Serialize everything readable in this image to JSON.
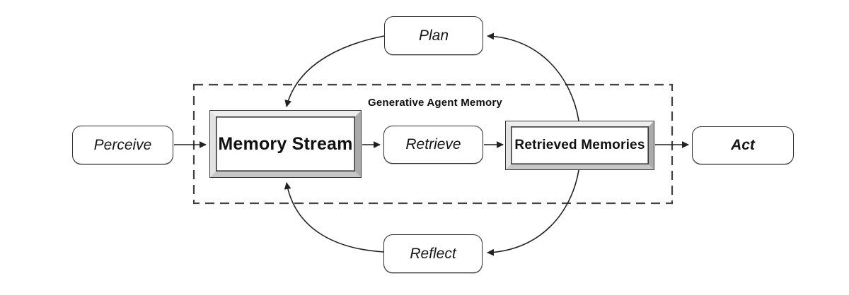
{
  "diagram": {
    "group_label": "Generative Agent Memory",
    "nodes": {
      "perceive": {
        "label": "Perceive"
      },
      "memory_stream": {
        "label": "Memory Stream"
      },
      "retrieve": {
        "label": "Retrieve"
      },
      "retrieved_memories": {
        "label": "Retrieved Memories"
      },
      "act": {
        "label": "Act"
      },
      "plan": {
        "label": "Plan"
      },
      "reflect": {
        "label": "Reflect"
      }
    },
    "edges": [
      {
        "from": "Perceive",
        "to": "Memory Stream"
      },
      {
        "from": "Memory Stream",
        "to": "Retrieve"
      },
      {
        "from": "Retrieve",
        "to": "Retrieved Memories"
      },
      {
        "from": "Retrieved Memories",
        "to": "Act"
      },
      {
        "from": "Retrieved Memories",
        "to": "Plan"
      },
      {
        "from": "Plan",
        "to": "Memory Stream"
      },
      {
        "from": "Retrieved Memories",
        "to": "Reflect"
      },
      {
        "from": "Reflect",
        "to": "Memory Stream"
      }
    ],
    "colors": {
      "background": "#ffffff",
      "line_stroke": "#222222",
      "dashed_border": "#424242",
      "node_border": "#2e2e2e",
      "text": "#111111",
      "bevel_light": "#eeeeee",
      "bevel_dark": "#aaaaaa"
    }
  }
}
